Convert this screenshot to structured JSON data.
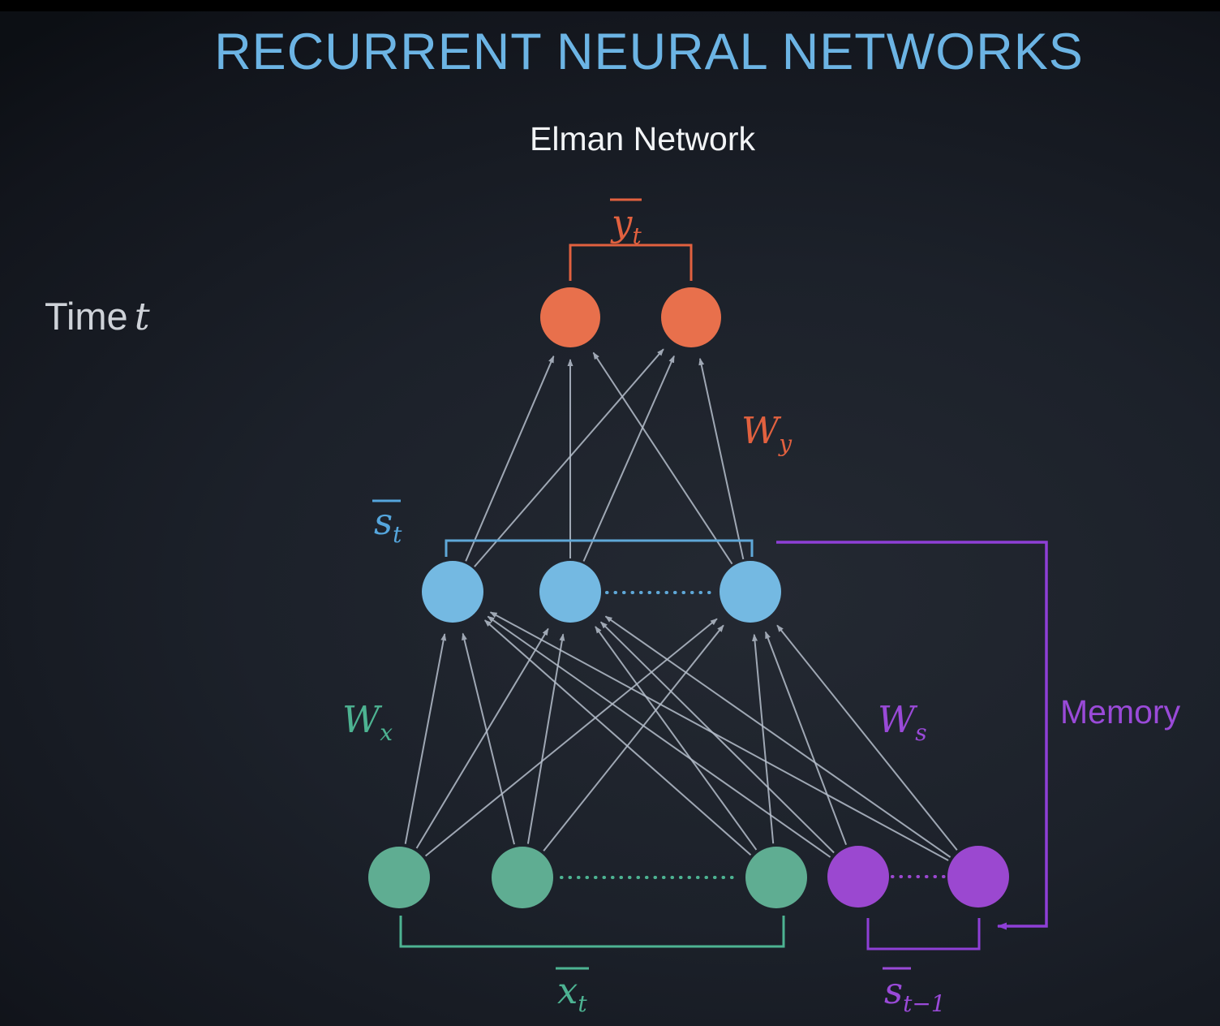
{
  "title": "RECURRENT NEURAL NETWORKS",
  "subtitle": "Elman Network",
  "time_label": {
    "text": "Time",
    "var": "t"
  },
  "diagram": {
    "type": "neural-network",
    "network_name": "Elman Network",
    "layers": {
      "output": {
        "node_count": 2,
        "vector": {
          "base": "y",
          "sub": "t"
        }
      },
      "hidden": {
        "node_count": 3,
        "vector": {
          "base": "s",
          "sub": "t"
        }
      },
      "input": {
        "node_count": 3,
        "vector": {
          "base": "x",
          "sub": "t"
        }
      },
      "context": {
        "node_count": 2,
        "vector": {
          "base": "s",
          "sub": "t−1"
        }
      }
    },
    "weights": {
      "Wy": {
        "base": "W",
        "sub": "y",
        "connects": "hidden to output"
      },
      "Wx": {
        "base": "W",
        "sub": "x",
        "connects": "input to hidden"
      },
      "Ws": {
        "base": "W",
        "sub": "s",
        "connects": "context to hidden"
      }
    },
    "memory_label": "Memory",
    "connectivity": "fully connected between consecutive layers; hidden state fed back to context units"
  },
  "colors": {
    "title_text": "#6cb4e4",
    "subtitle_text": "#f2f4f6",
    "time_text": "#ced2d8",
    "node_output": "#e8704c",
    "node_hidden": "#74b9e2",
    "node_input": "#5fad92",
    "node_context": "#9b48d0",
    "label_orange": "#e2613f",
    "label_blue": "#55a6dd",
    "label_teal": "#4db392",
    "label_purple": "#9a4ad8",
    "memory_line": "#8e3fd6",
    "arrow": "#b6bfcc",
    "background": "#171b22",
    "top_bar": "#000000"
  }
}
